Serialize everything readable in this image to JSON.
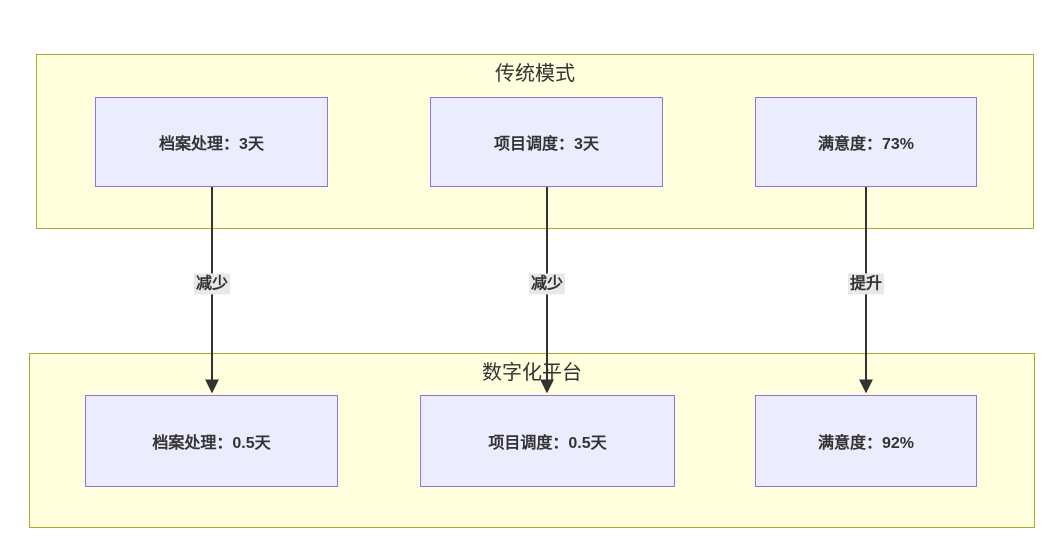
{
  "diagram": {
    "type": "flowchart",
    "colors": {
      "background": "#ffffff",
      "cluster_fill": "#ffffde",
      "cluster_border": "#aaaa33",
      "node_fill": "#ececff",
      "node_border": "#9370db",
      "text": "#333333",
      "edge": "#333333",
      "edge_label_bg": "#e8e8e8"
    },
    "clusters": [
      {
        "title": "传统模式",
        "nodes": [
          {
            "label": "档案处理：3天"
          },
          {
            "label": "项目调度：3天"
          },
          {
            "label": "满意度：73%"
          }
        ]
      },
      {
        "title": "数字化平台",
        "nodes": [
          {
            "label": "档案处理：0.5天"
          },
          {
            "label": "项目调度：0.5天"
          },
          {
            "label": "满意度：92%"
          }
        ]
      }
    ],
    "edges": [
      {
        "label": "减少",
        "from": "传统模式/档案处理",
        "to": "数字化平台/档案处理"
      },
      {
        "label": "减少",
        "from": "传统模式/项目调度",
        "to": "数字化平台/项目调度"
      },
      {
        "label": "提升",
        "from": "传统模式/满意度",
        "to": "数字化平台/满意度"
      }
    ]
  }
}
